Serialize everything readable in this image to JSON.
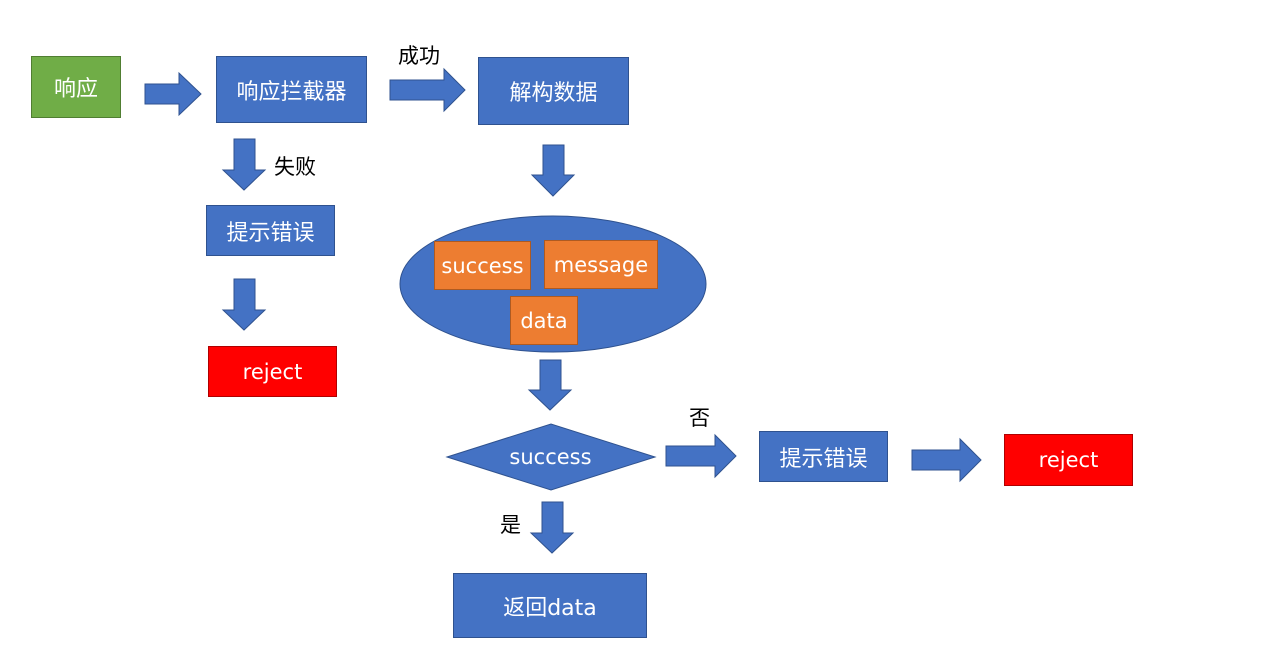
{
  "nodes": {
    "response": "响应",
    "interceptor": "响应拦截器",
    "destructure": "解构数据",
    "error_left": "提示错误",
    "reject_left": "reject",
    "field_success": "success",
    "field_message": "message",
    "field_data": "data",
    "decision": "success",
    "error_right": "提示错误",
    "reject_right": "reject",
    "return_data": "返回data"
  },
  "edge_labels": {
    "success": "成功",
    "fail": "失败",
    "no": "否",
    "yes": "是"
  },
  "colors": {
    "blue": "#4472c4",
    "green": "#70ad47",
    "red": "#ff0000",
    "orange": "#ed7d31"
  }
}
